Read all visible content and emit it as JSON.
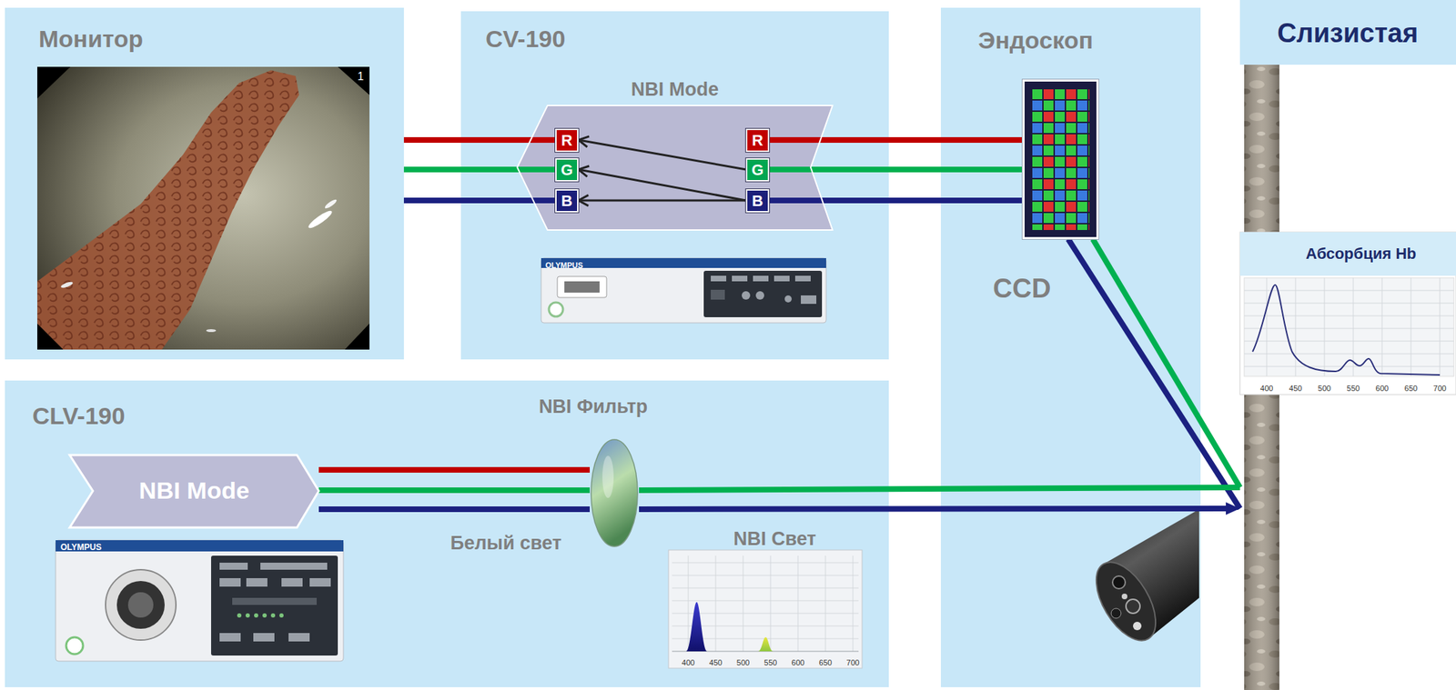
{
  "diagram": {
    "nodes": [
      {
        "text": [
          "Монитор"
        ]
      },
      {
        "text": [
          "CV-190"
        ]
      },
      {
        "text": [
          "NBI Mode"
        ],
        "in": 1
      },
      {
        "text": [
          "R"
        ],
        "in": 2
      },
      {
        "text": [
          "G"
        ],
        "in": 2
      },
      {
        "text": [
          "B"
        ],
        "in": 2
      },
      {
        "text": [
          "R"
        ],
        "in": 2
      },
      {
        "text": [
          "G"
        ],
        "in": 2
      },
      {
        "text": [
          "B"
        ],
        "in": 2
      },
      {
        "text": [
          "Эндоскоп"
        ]
      },
      {
        "text": [
          "CCD"
        ],
        "in": 9
      },
      {
        "text": [
          "CLV-190"
        ]
      },
      {
        "text": [
          "NBI Mode"
        ],
        "in": 11
      },
      {
        "text": [
          "NBI Фильтр"
        ],
        "in": 11
      },
      {
        "text": [
          "NBI Свет"
        ],
        "in": 11
      },
      {
        "text": [
          "Слизистая"
        ]
      },
      {
        "text": [
          "Абсорбция Hb"
        ],
        "in": 15
      }
    ],
    "edges": [
      {
        "from": 3,
        "to": 0,
        "arrow": "none"
      },
      {
        "from": 4,
        "to": 0,
        "arrow": "none"
      },
      {
        "from": 5,
        "to": 0,
        "arrow": "none"
      },
      {
        "from": 7,
        "to": 3,
        "arrow": "to"
      },
      {
        "from": 8,
        "to": 4,
        "arrow": "to"
      },
      {
        "from": 8,
        "to": 5,
        "arrow": "to"
      },
      {
        "from": 10,
        "to": 6,
        "arrow": "none"
      },
      {
        "from": 10,
        "to": 7,
        "arrow": "none"
      },
      {
        "from": 10,
        "to": 8,
        "arrow": "none"
      },
      {
        "from": 15,
        "to": 10,
        "arrow": "none"
      },
      {
        "from": 15,
        "to": 10,
        "arrow": "none"
      },
      {
        "from": 12,
        "to": 13,
        "arrow": "none"
      },
      {
        "from": 12,
        "to": 13,
        "arrow": "none"
      },
      {
        "from": 12,
        "to": 13,
        "arrow": "none"
      },
      {
        "from": 13,
        "to": 15,
        "arrow": "none"
      },
      {
        "from": 13,
        "to": 15,
        "arrow": "to"
      }
    ],
    "labels": [
      "1",
      "OLYMPUS",
      "OLYMPUS",
      "Белый свет",
      "400",
      "450",
      "500",
      "550",
      "600",
      "650",
      "700",
      "400",
      "450",
      "500",
      "550",
      "600",
      "650",
      "700"
    ]
  }
}
